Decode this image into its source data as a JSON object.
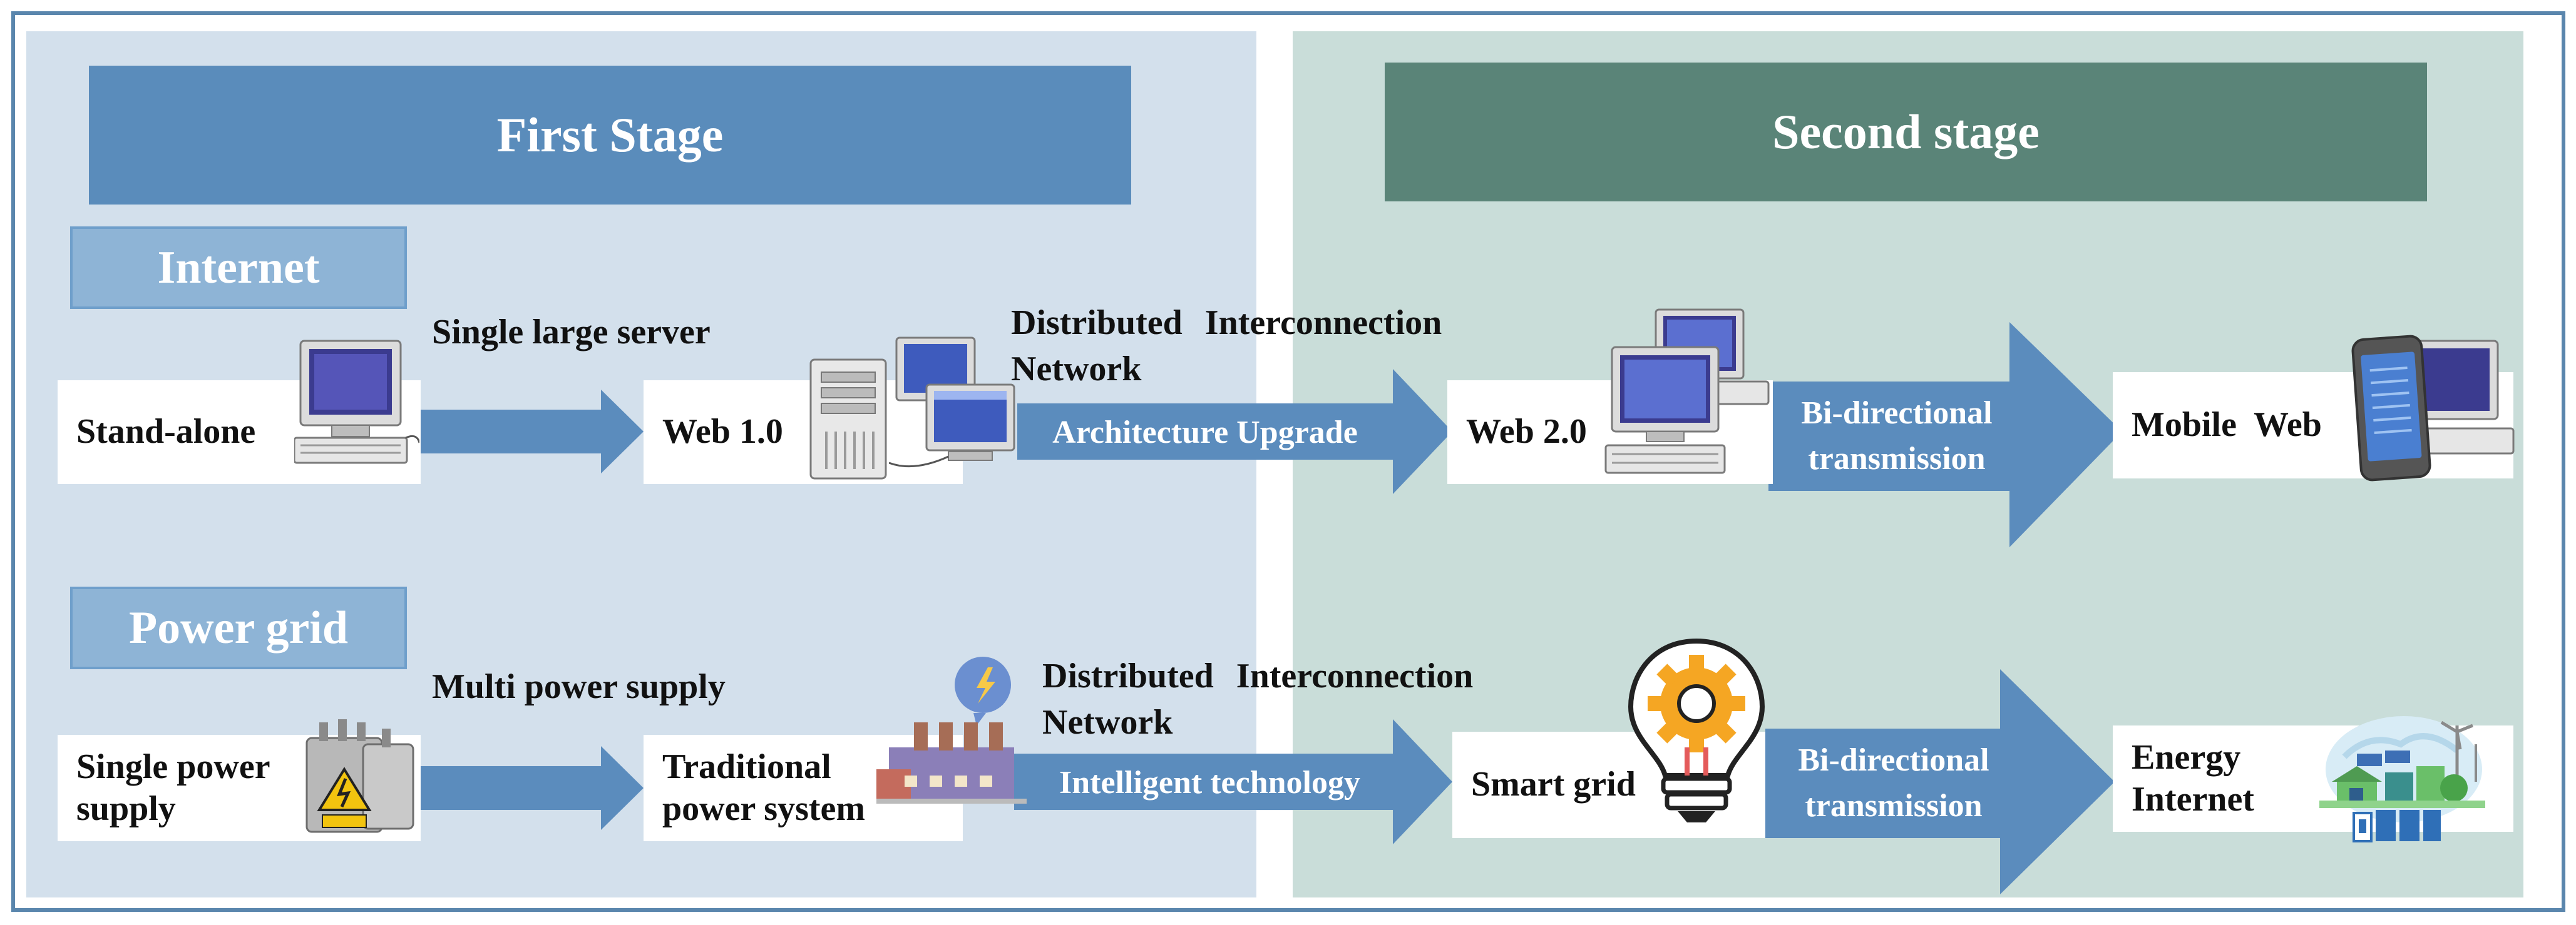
{
  "stages": {
    "first": "First Stage",
    "second": "Second stage"
  },
  "categories": {
    "internet": "Internet",
    "power_grid": "Power grid"
  },
  "internet_row": {
    "stand_alone": "Stand-alone",
    "single_large_server": "Single large server",
    "web1": "Web 1.0",
    "distributed_line1": "Distributed Interconnection",
    "distributed_line2": "Network",
    "architecture_upgrade": "Architecture Upgrade",
    "web2": "Web 2.0",
    "bidirectional_line1": "Bi-directional",
    "bidirectional_line2": "transmission",
    "mobile_web": "Mobile Web"
  },
  "power_row": {
    "single_power_line1": "Single power",
    "single_power_line2": "supply",
    "multi_power_supply": "Multi power supply",
    "traditional_line1": "Traditional",
    "traditional_line2": "power system",
    "distributed_line1": "Distributed Interconnection",
    "distributed_line2": "Network",
    "intelligent_technology": "Intelligent technology",
    "smart_grid": "Smart grid",
    "bidirectional_line1": "Bi-directional",
    "bidirectional_line2": "transmission",
    "energy_internet_line1": "Energy",
    "energy_internet_line2": "Internet"
  },
  "colors": {
    "frame": "#5a86ad",
    "stage1_bg": "#d3e0ec",
    "stage2_bg": "#c9ddd9",
    "stage1_header": "#5a8cbb",
    "stage2_header": "#5a8478",
    "category": "#8eb4d6",
    "arrow": "#5b8cbd"
  },
  "icons": [
    "desktop-computer-icon",
    "server-icon",
    "networked-computers-icon",
    "tablet-phone-icon",
    "electrical-transformer-icon",
    "power-plant-icon",
    "smart-grid-lightbulb-icon",
    "energy-internet-icon"
  ]
}
